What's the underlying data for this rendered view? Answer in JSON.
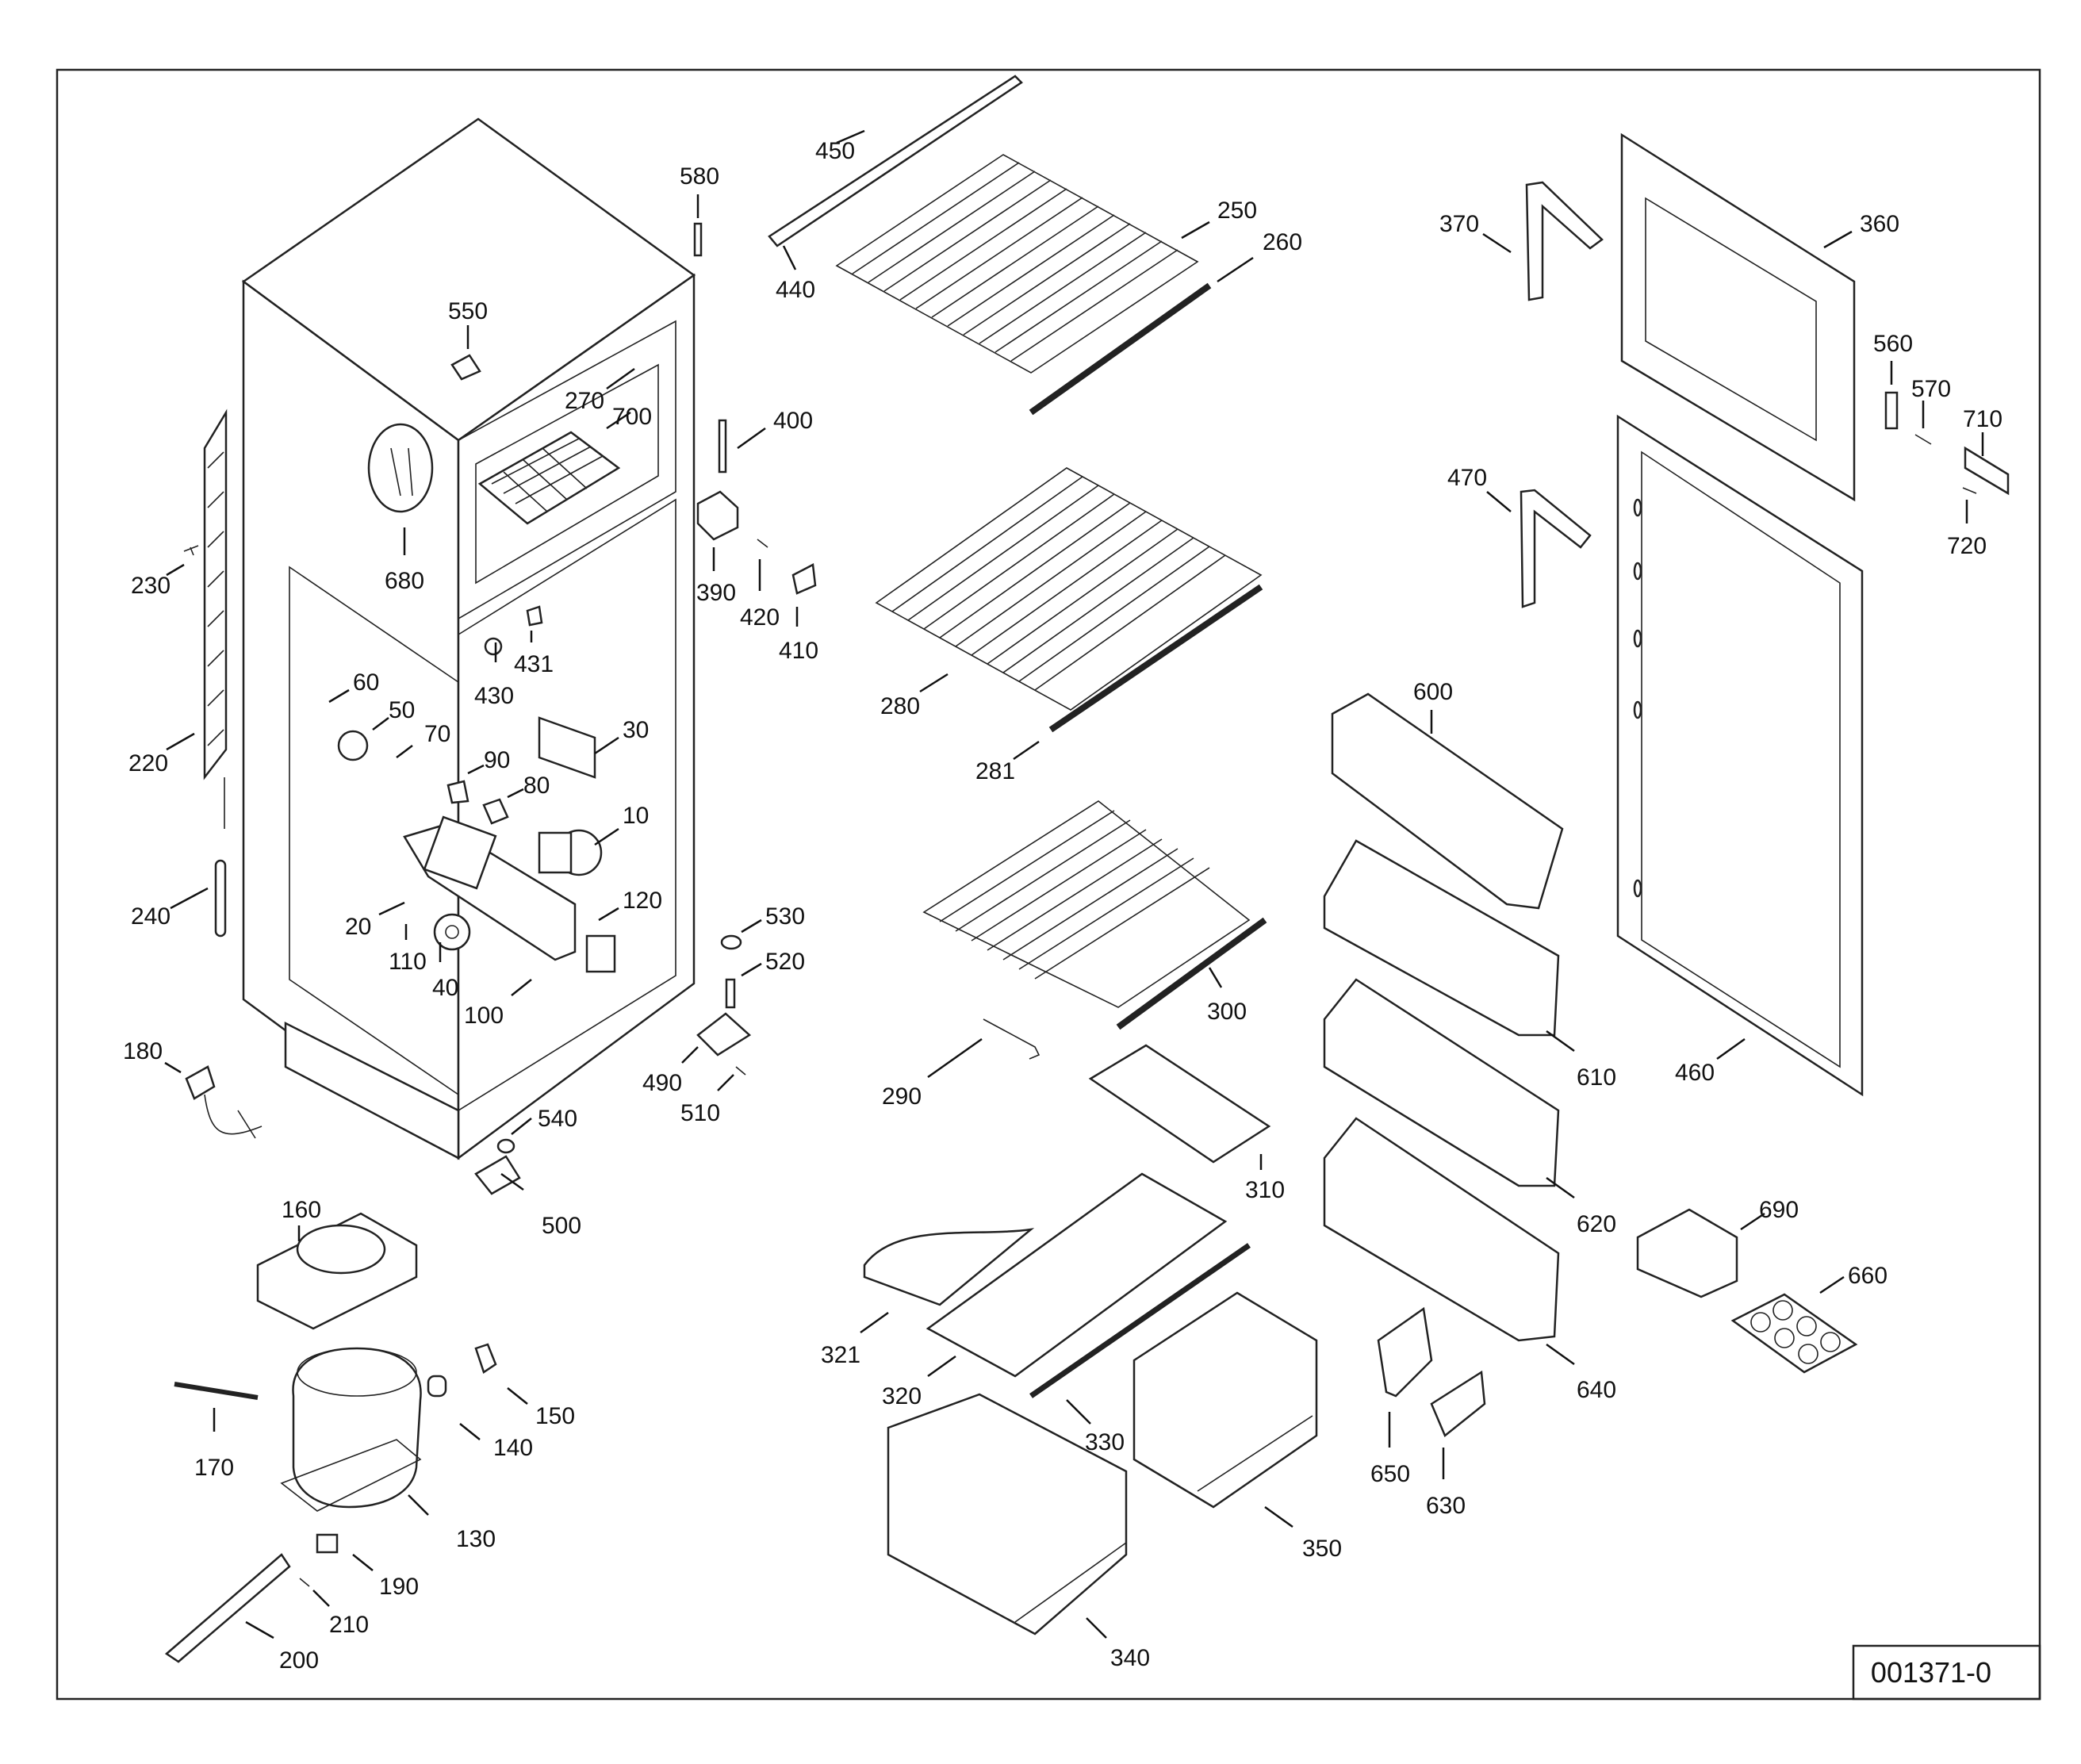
{
  "drawing_code": "001371-0",
  "callouts": [
    "10",
    "20",
    "30",
    "40",
    "50",
    "60",
    "70",
    "80",
    "90",
    "100",
    "110",
    "120",
    "130",
    "140",
    "150",
    "160",
    "170",
    "180",
    "190",
    "200",
    "210",
    "220",
    "230",
    "240",
    "250",
    "260",
    "270",
    "280",
    "281",
    "290",
    "300",
    "310",
    "320",
    "321",
    "330",
    "340",
    "350",
    "360",
    "370",
    "390",
    "400",
    "410",
    "420",
    "430",
    "431",
    "440",
    "450",
    "460",
    "470",
    "490",
    "500",
    "510",
    "520",
    "530",
    "540",
    "550",
    "560",
    "570",
    "580",
    "600",
    "610",
    "620",
    "630",
    "640",
    "650",
    "660",
    "680",
    "690",
    "700",
    "710",
    "720"
  ]
}
